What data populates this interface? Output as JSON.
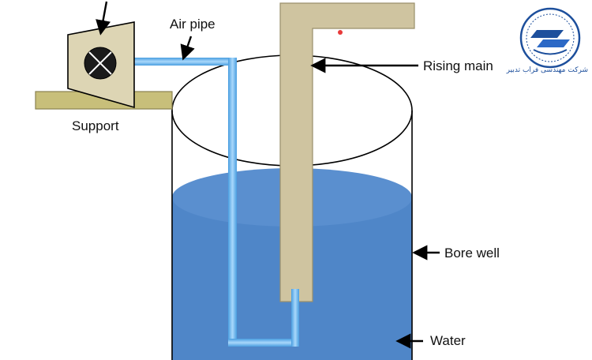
{
  "labels": {
    "air_pipe": "Air pipe",
    "support": "Support",
    "rising_main": "Rising main",
    "bore_well": "Bore well",
    "water": "Water"
  },
  "logo": {
    "company_name": "شرکت مهندسی فراب تدبیر",
    "icon": "company-logo-seal"
  },
  "colors": {
    "water": "#4f86c8",
    "air_pipe": "#6fb8ee",
    "rising_main": "#cfc4a0",
    "support": "#c8bf7a",
    "compressor_body": "#ddd5b4",
    "logo_blue": "#1d4f9c"
  }
}
